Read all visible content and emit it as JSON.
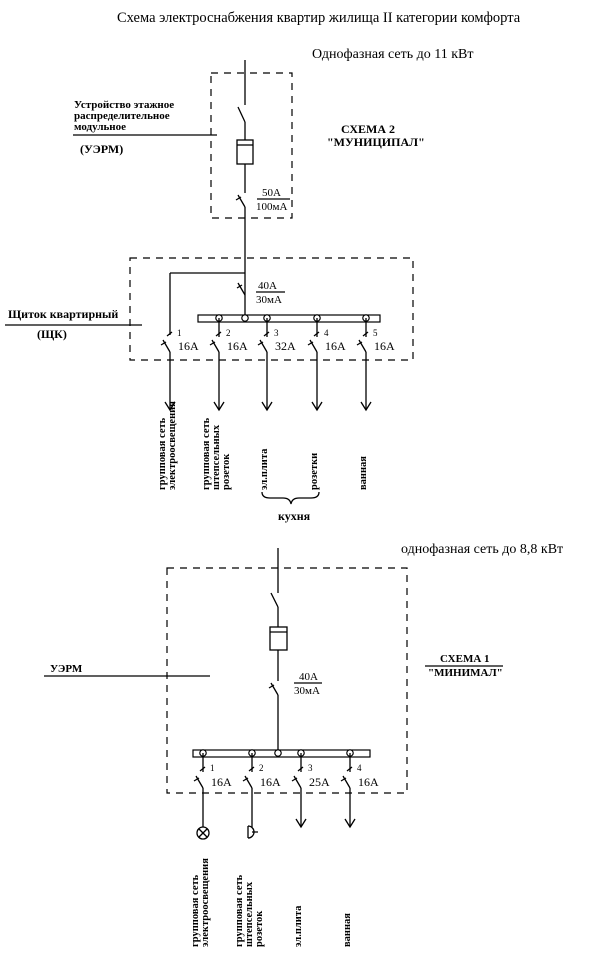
{
  "title": "Схема электроснабжения квартир жилища II категории комфорта",
  "scheme2": {
    "network": "Однофазная сеть до 11 кВт",
    "name_line1": "СХЕМА 2",
    "name_line2": "\"МУНИЦИПАЛ\"",
    "uerm": {
      "label_line1": "Устройство этажное",
      "label_line2": "распределительное",
      "label_line3": "модульное",
      "abbr": "(УЭРМ)",
      "rcd_rating": "50А",
      "rcd_current": "100мА"
    },
    "shk": {
      "label": "Щиток квартирный",
      "abbr": "(ЩК)",
      "rcd_rating": "40А",
      "rcd_current": "30мА"
    },
    "circuits": [
      {
        "num": "1",
        "rating": "16А",
        "label_lines": [
          "групповая сеть",
          "электроосвещения"
        ]
      },
      {
        "num": "2",
        "rating": "16А",
        "label_lines": [
          "групповая сеть",
          "штепсельных",
          "розеток"
        ]
      },
      {
        "num": "3",
        "rating": "32А",
        "label_lines": [
          "эл.плита"
        ]
      },
      {
        "num": "4",
        "rating": "16А",
        "label_lines": [
          "розетки"
        ]
      },
      {
        "num": "5",
        "rating": "16А",
        "label_lines": [
          "ванная"
        ]
      }
    ],
    "group_label": "кухня"
  },
  "scheme1": {
    "network": "однофазная сеть до 8,8 кВт",
    "name_line1": "СХЕМА 1",
    "name_line2": "\"МИНИМАЛ\"",
    "uerm_label": "УЭРМ",
    "rcd_rating": "40А",
    "rcd_current": "30мА",
    "circuits": [
      {
        "num": "1",
        "rating": "16А",
        "load_icon": "lamp-icon",
        "label_lines": [
          "групповая сеть",
          "электроосвещения"
        ]
      },
      {
        "num": "2",
        "rating": "16А",
        "load_icon": "socket-icon",
        "label_lines": [
          "групповая сеть",
          "штепсельных",
          "розеток"
        ]
      },
      {
        "num": "3",
        "rating": "25А",
        "load_icon": "arrow-icon",
        "label_lines": [
          "эл.плита"
        ]
      },
      {
        "num": "4",
        "rating": "16А",
        "load_icon": "arrow-icon",
        "label_lines": [
          "ванная"
        ]
      }
    ]
  }
}
